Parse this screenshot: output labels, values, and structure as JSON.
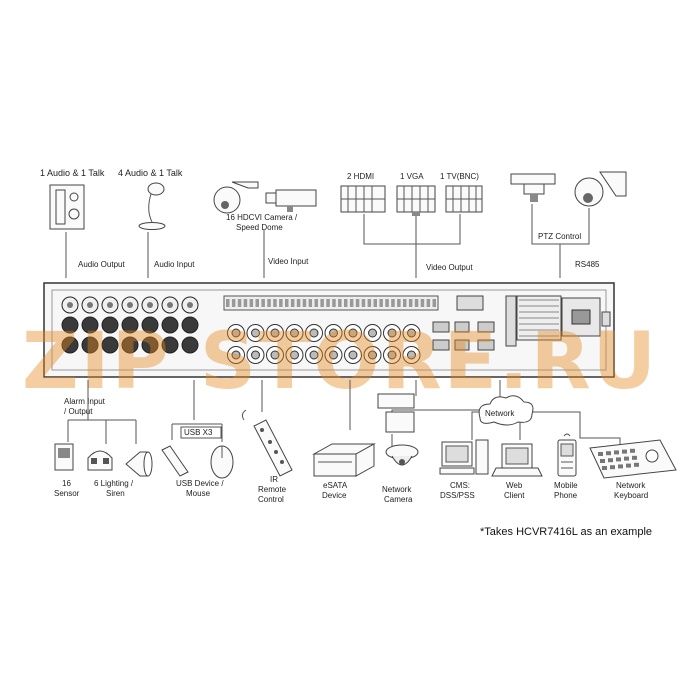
{
  "labels": {
    "audio_talk_1": "1 Audio & 1 Talk",
    "audio_talk_4": "4 Audio & 1 Talk",
    "camera": "16 HDCVI Camera /",
    "speed_dome": "Speed Dome",
    "hdmi": "2 HDMI",
    "vga": "1 VGA",
    "tv": "1 TV(BNC)",
    "ptz_control": "PTZ Control",
    "audio_output": "Audio Output",
    "audio_input": "Audio Input",
    "video_input": "Video Input",
    "video_output": "Video Output",
    "rs485": "RS485",
    "alarm_io_1": "Alarm Input",
    "alarm_io_2": "/ Output",
    "usb_x3": "USB X3",
    "network": "Network",
    "sensor_1": "16",
    "sensor_2": "Sensor",
    "lighting_1": "6 Lighting /",
    "lighting_2": "Siren",
    "usb_device_1": "USB Device /",
    "usb_device_2": "Mouse",
    "ir_1": "IR",
    "ir_2": "Remote",
    "ir_3": "Control",
    "esata_1": "eSATA",
    "esata_2": "Device",
    "netcam_1": "Network",
    "netcam_2": "Camera",
    "cms_1": "CMS:",
    "cms_2": "DSS/PSS",
    "web_1": "Web",
    "web_2": "Client",
    "mobile_1": "Mobile",
    "mobile_2": "Phone",
    "keyboard_1": "Network",
    "keyboard_2": "Keyboard"
  },
  "note": "*Takes HCVR7416L as an example",
  "watermark": "ZIP STORE.RU",
  "colors": {
    "watermark": "#e58a1e",
    "stroke": "#444444"
  }
}
